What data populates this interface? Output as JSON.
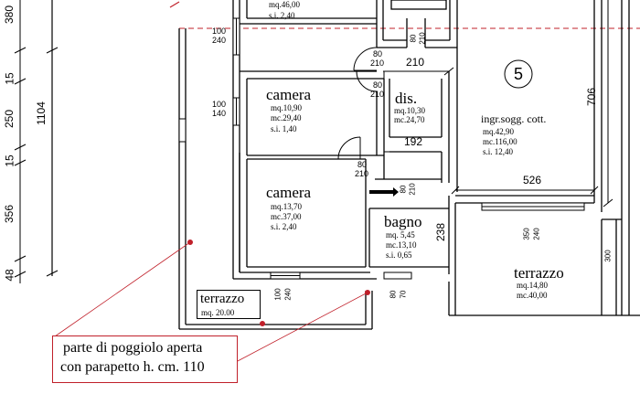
{
  "unit_number": "5",
  "rooms": {
    "top_partial": {
      "area": "mq.46,00",
      "si": "s.i. 2,40"
    },
    "camera1": {
      "name": "camera",
      "area": "mq.10,90",
      "volume": "mc.29,40",
      "si": "s.i. 1,40"
    },
    "camera2": {
      "name": "camera",
      "area": "mq.13,70",
      "volume": "mc.37,00",
      "si": "s.i. 2,40"
    },
    "dis": {
      "name": "dis.",
      "area": "mq.10,30",
      "volume": "mc.24,70"
    },
    "ingresso": {
      "name": "ingr.sogg. cott.",
      "area": "mq.42,90",
      "volume": "mc.116,00",
      "si": "s.i. 12,40"
    },
    "bagno": {
      "name": "bagno",
      "area": "mq. 5,45",
      "volume": "mc.13,10",
      "si": "s.i. 0,65"
    },
    "terrazzo_left": {
      "name": "terrazzo",
      "area": "mq. 20.00"
    },
    "terrazzo_right": {
      "name": "terrazzo",
      "area": "mq.14,80",
      "volume": "mc.40,00"
    }
  },
  "dimensions": {
    "d210": "210",
    "d192": "192",
    "d526": "526",
    "d706": "706",
    "d238": "238",
    "d300": "300",
    "d1104": "1104",
    "d380": "380",
    "d15a": "15",
    "d250": "250",
    "d15b": "15",
    "d356": "356",
    "d48": "48",
    "win_100_240_top": [
      "100",
      "240"
    ],
    "win_100_140": [
      "100",
      "140"
    ],
    "door_80_210_a": [
      "80",
      "210"
    ],
    "door_80_210_b": [
      "80",
      "210"
    ],
    "door_80_210_c": [
      "80",
      "210"
    ],
    "door_80_210_d": [
      "80",
      "210"
    ],
    "door_80_210_top": [
      "80",
      "210"
    ],
    "win_100_240_bottom": [
      "100",
      "240"
    ],
    "win_350_240": [
      "350",
      "240"
    ],
    "door_80_70": [
      "80",
      "70"
    ]
  },
  "note": {
    "line1": "parte di poggiolo aperta",
    "line2": "con parapetto h. cm. 110"
  },
  "colors": {
    "line": "#000000",
    "callout": "#c0202a",
    "dashed": "#c0202a"
  }
}
